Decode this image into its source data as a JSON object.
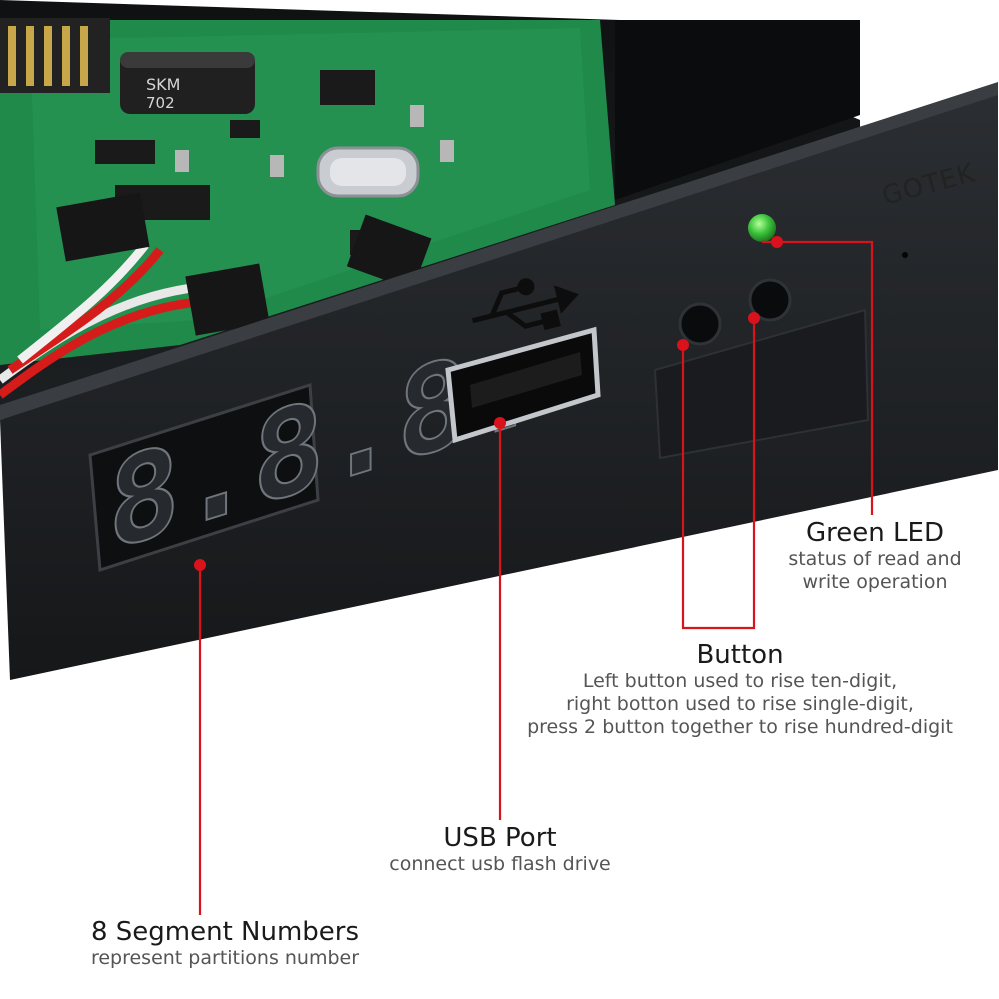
{
  "device": {
    "brand": "GOTEK",
    "display_digits": "8.8.8.",
    "board_text": {
      "capacitor": "SKM",
      "capacitor_value": "702"
    }
  },
  "callouts": [
    {
      "id": "led",
      "title": "Green LED",
      "desc": [
        "status of read and",
        "write operation"
      ]
    },
    {
      "id": "button",
      "title": "Button",
      "desc": [
        "Left button used to rise ten-digit,",
        "right botton used to rise single-digit,",
        "press 2 button together to rise hundred-digit"
      ]
    },
    {
      "id": "usb",
      "title": "USB Port",
      "desc": [
        "connect usb flash drive"
      ]
    },
    {
      "id": "segment",
      "title": "8 Segment Numbers",
      "desc": [
        "represent partitions number"
      ]
    }
  ],
  "colors": {
    "accent": "#d9121b",
    "led": "#3cc43c",
    "pcb": "#1f8a4a",
    "panel": "#1e2124"
  },
  "icons": [
    "usb-icon"
  ]
}
